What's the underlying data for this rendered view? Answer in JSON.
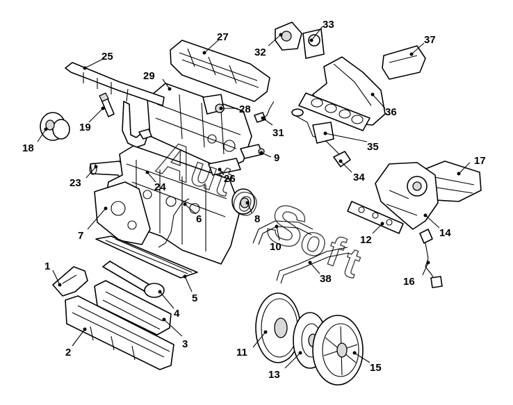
{
  "watermark": {
    "a": "A",
    "u": "u",
    "t": "t",
    "o": "o",
    "s": "S",
    "o2": "o",
    "f": "f",
    "t2": "t"
  },
  "callouts": [
    {
      "id": "1",
      "label": "1"
    },
    {
      "id": "2",
      "label": "2"
    },
    {
      "id": "3",
      "label": "3"
    },
    {
      "id": "4",
      "label": "4"
    },
    {
      "id": "5",
      "label": "5"
    },
    {
      "id": "6",
      "label": "6"
    },
    {
      "id": "7",
      "label": "7"
    },
    {
      "id": "8",
      "label": "8"
    },
    {
      "id": "9",
      "label": "9"
    },
    {
      "id": "10",
      "label": "10"
    },
    {
      "id": "11",
      "label": "11"
    },
    {
      "id": "12",
      "label": "12"
    },
    {
      "id": "13",
      "label": "13"
    },
    {
      "id": "14",
      "label": "14"
    },
    {
      "id": "15",
      "label": "15"
    },
    {
      "id": "16",
      "label": "16"
    },
    {
      "id": "17",
      "label": "17"
    },
    {
      "id": "18",
      "label": "18"
    },
    {
      "id": "19",
      "label": "19"
    },
    {
      "id": "23",
      "label": "23"
    },
    {
      "id": "24",
      "label": "24"
    },
    {
      "id": "25",
      "label": "25"
    },
    {
      "id": "26",
      "label": "26"
    },
    {
      "id": "27",
      "label": "27"
    },
    {
      "id": "28",
      "label": "28"
    },
    {
      "id": "29",
      "label": "29"
    },
    {
      "id": "31",
      "label": "31"
    },
    {
      "id": "32",
      "label": "32"
    },
    {
      "id": "33",
      "label": "33"
    },
    {
      "id": "34",
      "label": "34"
    },
    {
      "id": "35",
      "label": "35"
    },
    {
      "id": "36",
      "label": "36"
    },
    {
      "id": "37",
      "label": "37"
    },
    {
      "id": "38",
      "label": "38"
    }
  ]
}
